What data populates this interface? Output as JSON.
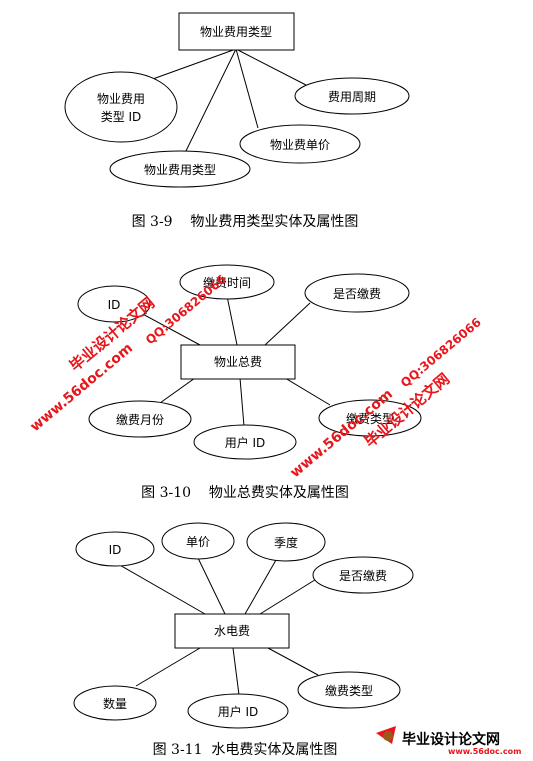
{
  "figures": [
    {
      "entity": "物业费用类型",
      "attributes": [
        "物业费用类型 ID",
        "物业费用类型",
        "物业费单价",
        "费用周期"
      ],
      "caption": "图 3-9    物业费用类型实体及属性图"
    },
    {
      "entity": "物业总费",
      "attributes": [
        "ID",
        "缴费时间",
        "是否缴费",
        "缴费月份",
        "用户 ID",
        "缴费类型"
      ],
      "caption": "图 3-10    物业总费实体及属性图"
    },
    {
      "entity": "水电费",
      "attributes": [
        "ID",
        "单价",
        "季度",
        "是否缴费",
        "数量",
        "用户 ID",
        "缴费类型"
      ],
      "caption": "图 3-11  水电费实体及属性图"
    }
  ],
  "watermark": {
    "text_a": "毕业设计论文网",
    "text_b": "www.56doc.com",
    "text_c": "QQ:306826066",
    "logo": "毕业设计论文网",
    "logo_site": "www.56doc.com",
    "color": "#e8161b"
  }
}
